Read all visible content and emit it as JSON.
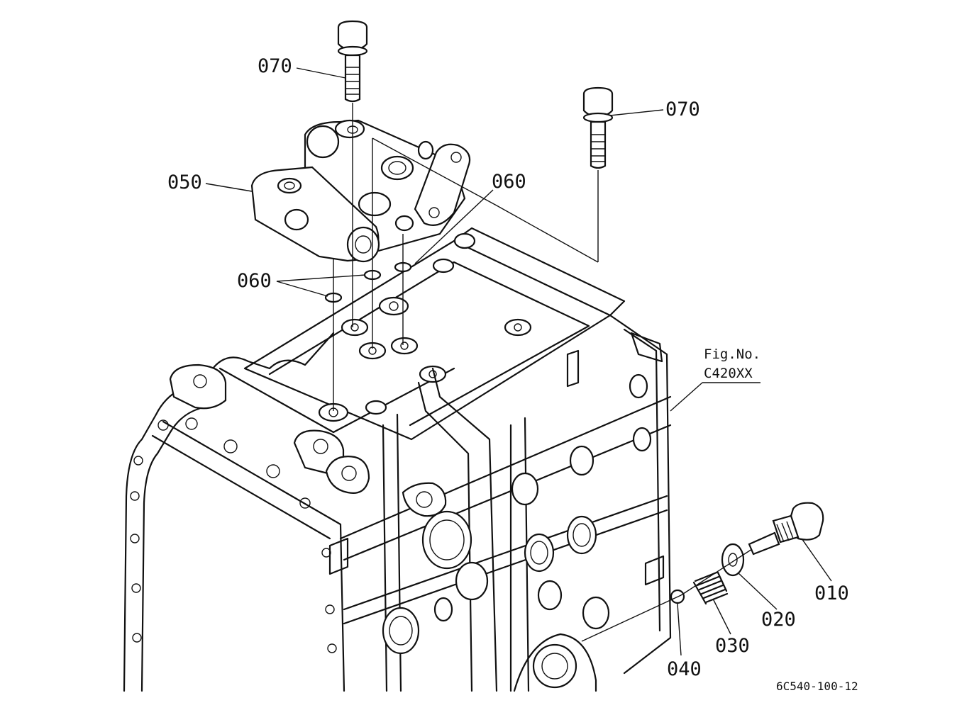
{
  "callouts": [
    {
      "id": "c070a",
      "text": "070"
    },
    {
      "id": "c070b",
      "text": "070"
    },
    {
      "id": "c050",
      "text": "050"
    },
    {
      "id": "c060a",
      "text": "060"
    },
    {
      "id": "c060b",
      "text": "060"
    },
    {
      "id": "c010",
      "text": "010"
    },
    {
      "id": "c020",
      "text": "020"
    },
    {
      "id": "c030",
      "text": "030"
    },
    {
      "id": "c040",
      "text": "040"
    }
  ],
  "figure_ref": {
    "line1": "Fig.No.",
    "line2": "C420XX"
  },
  "drawing_code": "6C540-100-12"
}
